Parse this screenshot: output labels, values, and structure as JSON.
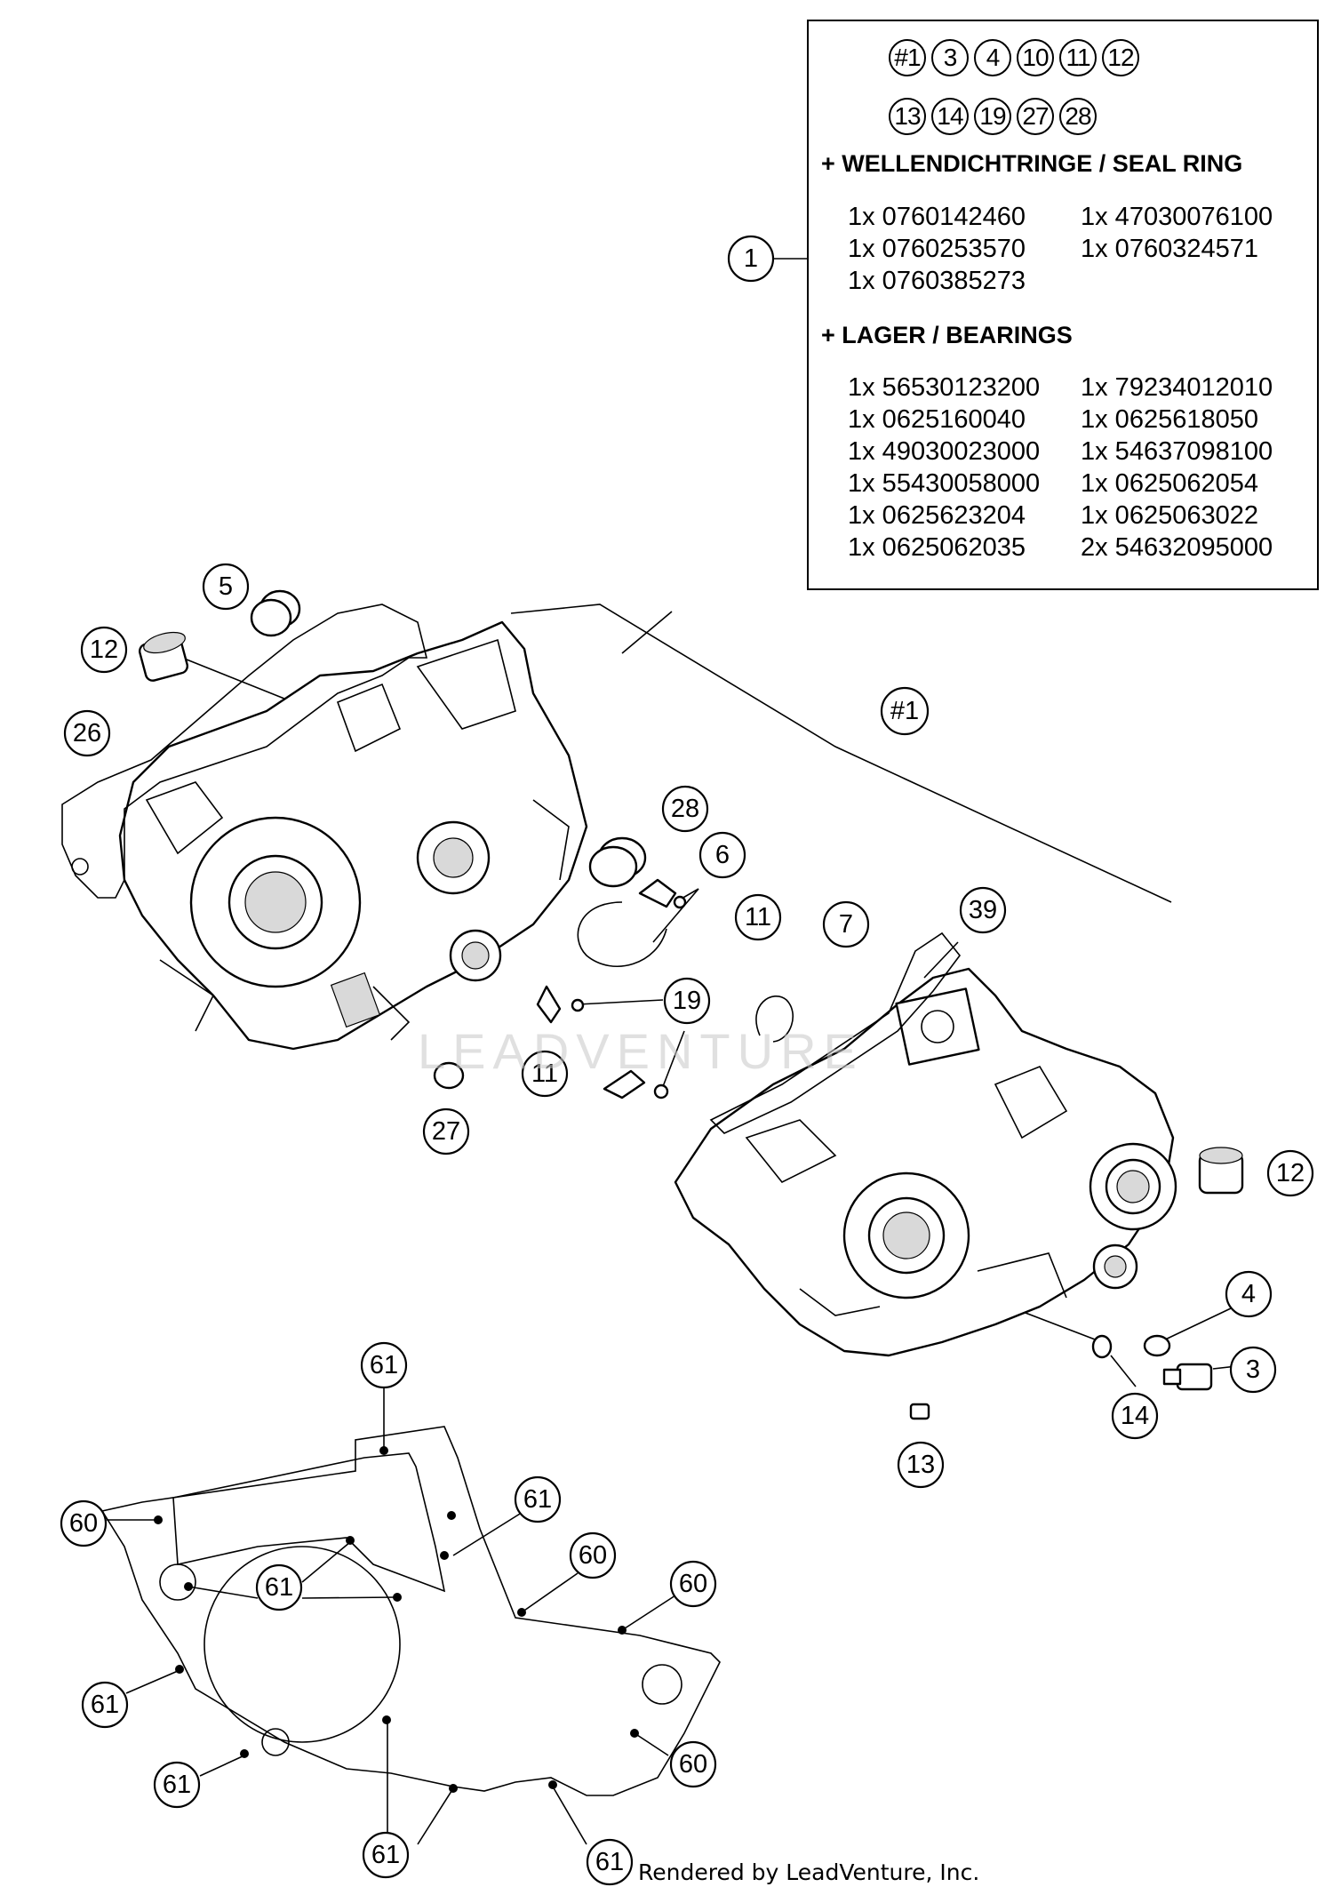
{
  "kit": {
    "bubbles_row1": [
      "#1",
      "3",
      "4",
      "10",
      "11",
      "12"
    ],
    "bubbles_row2": [
      "13",
      "14",
      "19",
      "27",
      "28"
    ],
    "seal_heading": "+ WELLENDICHTRINGE / SEAL RING",
    "seal_parts": [
      "1x 0760142460",
      "1x 47030076100",
      "1x 0760253570",
      "1x 0760324571",
      "1x 0760385273",
      ""
    ],
    "bearing_heading": "+ LAGER / BEARINGS",
    "bearing_parts": [
      "1x 56530123200",
      "1x 79234012010",
      "1x 0625160040",
      "1x 0625618050",
      "1x 49030023000",
      "1x 54637098100",
      "1x 55430058000",
      "1x 0625062054",
      "1x 0625623204",
      "1x 0625063022",
      "1x 0625062035",
      "2x 54632095000"
    ]
  },
  "callouts": {
    "c1": "1",
    "c5": "5",
    "c12a": "12",
    "c26": "26",
    "c1hash": "#1",
    "c28": "28",
    "c6": "6",
    "c11a": "11",
    "c7": "7",
    "c39": "39",
    "c19": "19",
    "c11b": "11",
    "c27": "27",
    "c12b": "12",
    "c4": "4",
    "c3": "3",
    "c14": "14",
    "c13": "13",
    "c61a": "61",
    "c60a": "60",
    "c61b": "61",
    "c61c": "61",
    "c60b": "60",
    "c60c": "60",
    "c61d": "61",
    "c61e": "61",
    "c60d": "60",
    "c61f": "61",
    "c61g": "61"
  },
  "watermark": "LEADVENTURE",
  "footer": "Rendered by LeadVenture, Inc."
}
